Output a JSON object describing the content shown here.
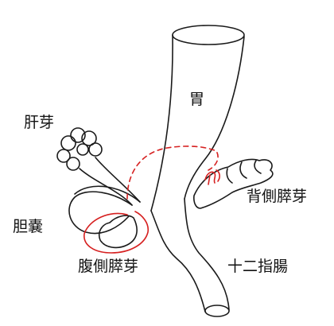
{
  "labels": {
    "stomach": "胃",
    "liver_bud": "肝芽",
    "gallbladder": "胆嚢",
    "dorsal_pancreatic_bud": "背側膵芽",
    "ventral_pancreatic_bud": "腹側膵芽",
    "duodenum": "十二指腸"
  },
  "colors": {
    "outline": "#1a1a1a",
    "annotation": "#d62020",
    "background": "#ffffff"
  }
}
